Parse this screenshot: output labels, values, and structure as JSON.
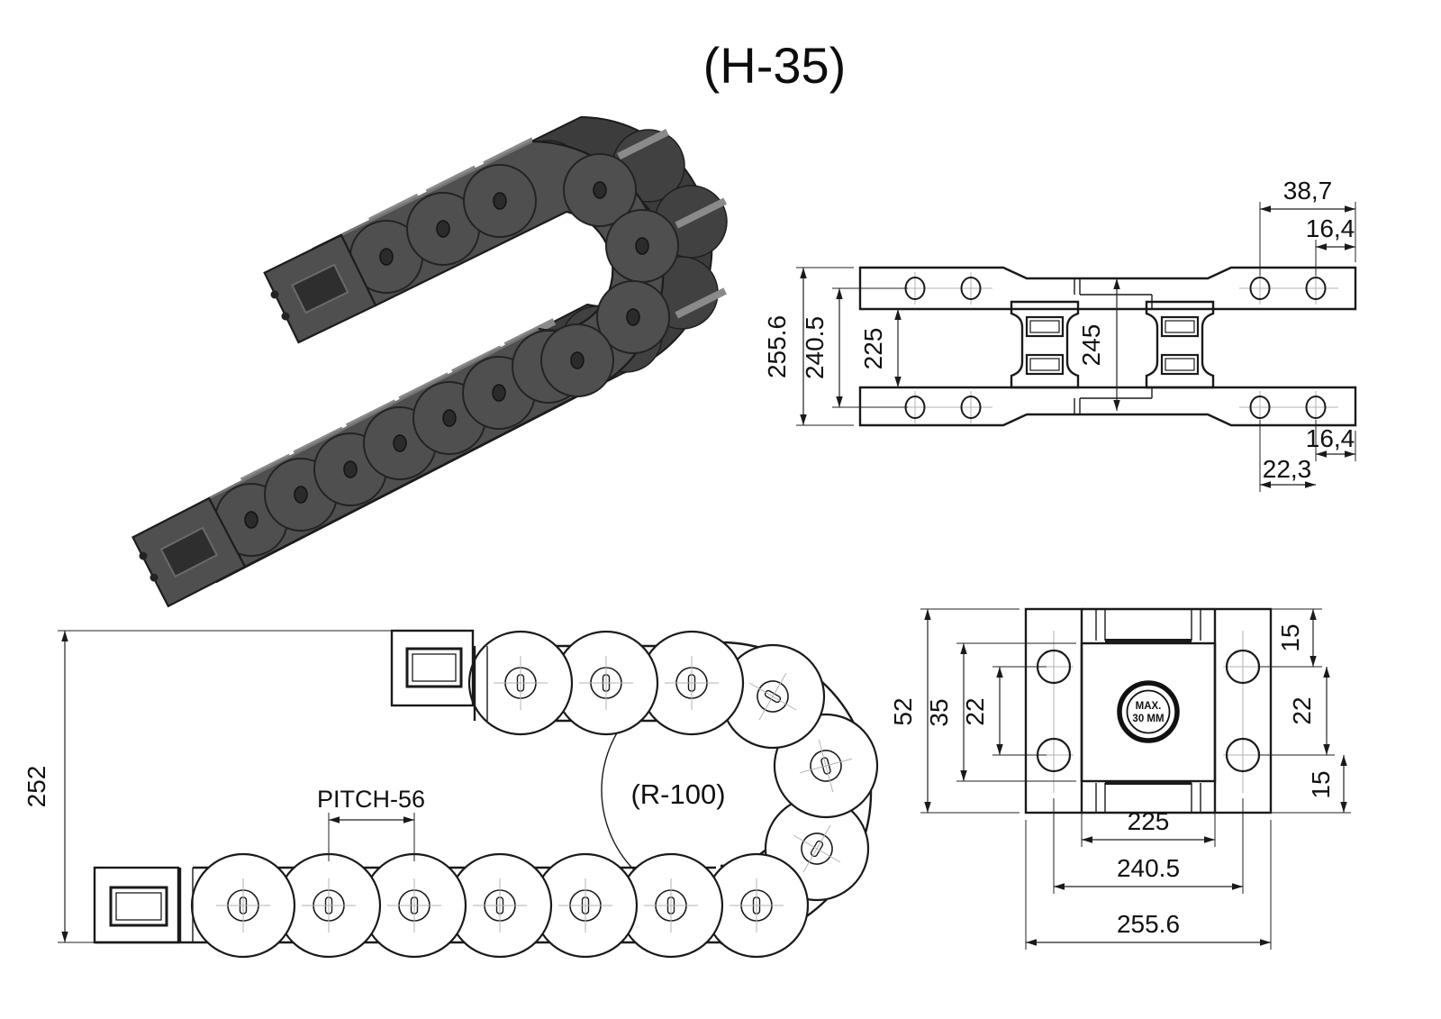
{
  "title": "(H-35)",
  "top_view": {
    "dim_overall_width": "255.6",
    "dim_hole_span": "240.5",
    "dim_inner_width": "225",
    "dim_link_length": "245",
    "dim_end_to_hole": "38,7",
    "dim_edge_to_hole_top": "16,4",
    "dim_edge_to_hole_bottom": "16,4",
    "dim_hole_pitch": "22,3"
  },
  "side_view": {
    "dim_height": "252",
    "dim_pitch": "PITCH-56",
    "dim_radius": "(R-100)"
  },
  "end_view": {
    "dim_overall_height": "52",
    "dim_inner_height": "35",
    "dim_hole_spacing_left": "22",
    "dim_top_edge_to_hole": "15",
    "dim_hole_spacing_right": "22",
    "dim_hole_to_bottom_edge": "15",
    "dim_inner_width": "225",
    "dim_hole_span": "240.5",
    "dim_overall_width": "255.6",
    "cable_note_line1": "MAX.",
    "cable_note_line2": "30 MM"
  }
}
